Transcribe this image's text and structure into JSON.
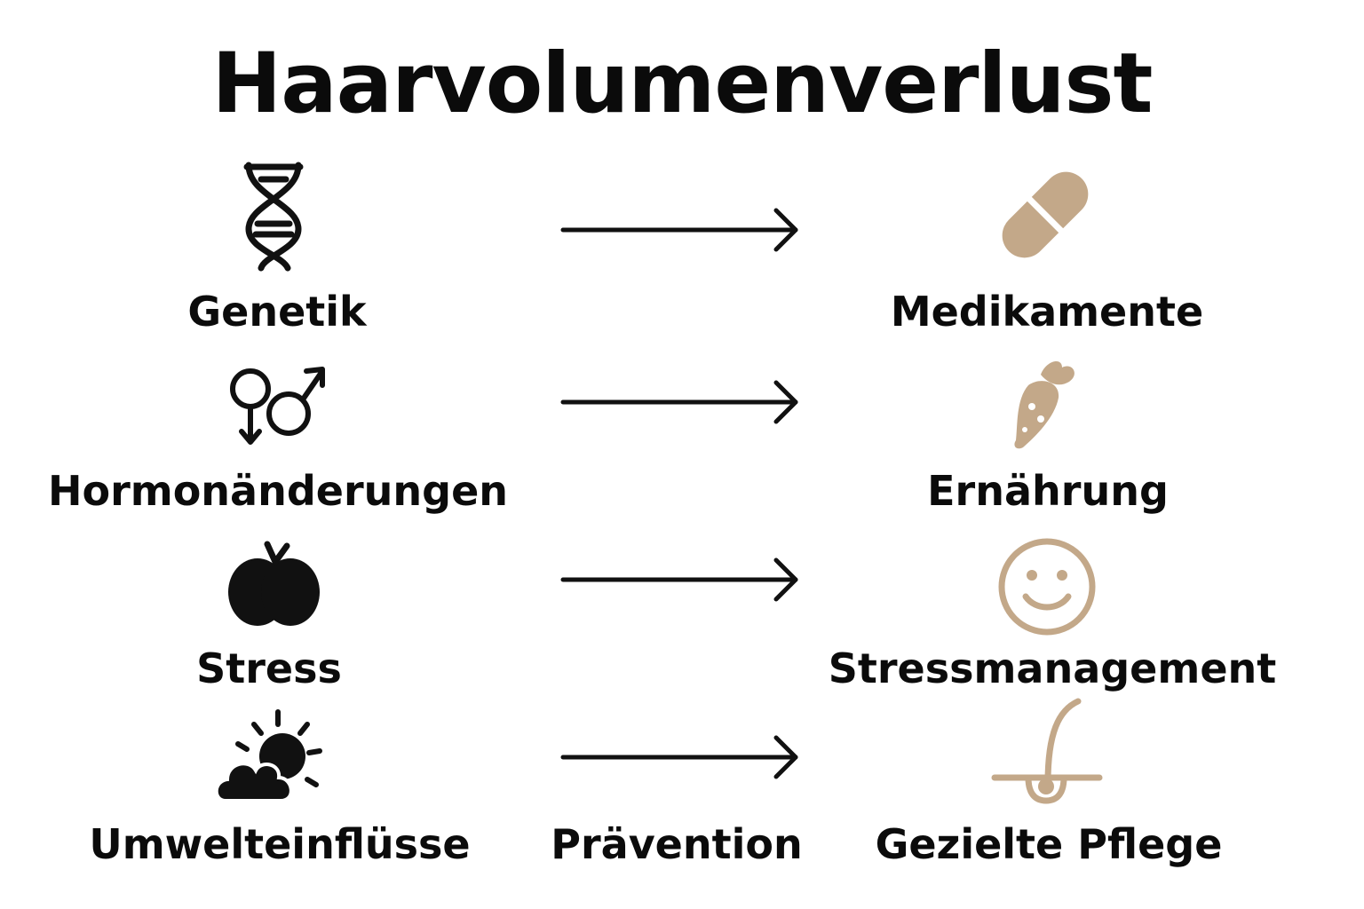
{
  "title": "Haarvolumenverlust",
  "accent_color": "#c3a889",
  "causes": [
    {
      "label": "Genetik",
      "icon": "dna-icon"
    },
    {
      "label": "Hormonänderungen",
      "icon": "gender-symbols-icon"
    },
    {
      "label": "Stress",
      "icon": "apple-icon"
    },
    {
      "label": "Umwelteinflüsse",
      "icon": "sun-cloud-icon"
    }
  ],
  "solutions": [
    {
      "label": "Medikamente",
      "icon": "pill-icon"
    },
    {
      "label": "Ernährung",
      "icon": "carrot-icon"
    },
    {
      "label": "Stressmanagement",
      "icon": "smiley-icon"
    },
    {
      "label": "Gezielte Pflege",
      "icon": "hair-follicle-icon"
    }
  ],
  "arrow_label": "Prävention"
}
